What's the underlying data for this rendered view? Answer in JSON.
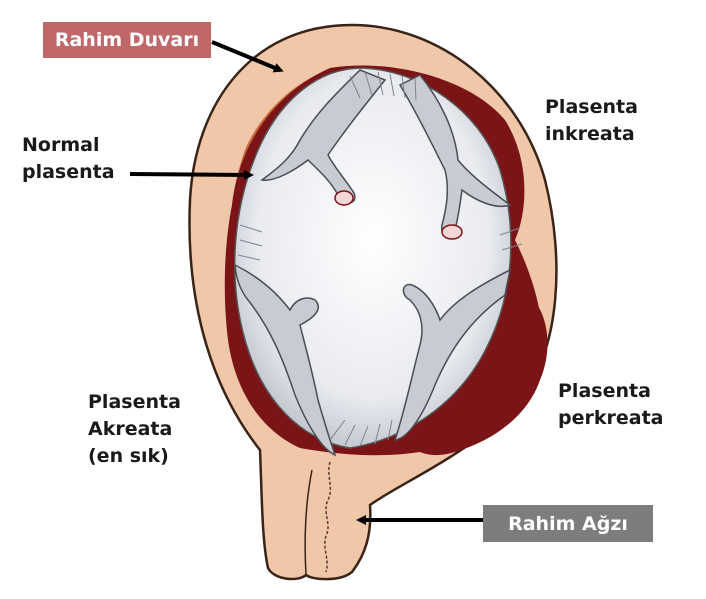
{
  "labels": {
    "rahim_duvari": "Rahim Duvarı",
    "normal_plasenta": [
      "Normal",
      "plasenta"
    ],
    "plasenta_inkreata": [
      "Plasenta",
      "inkreata"
    ],
    "plasenta_akreata": [
      "Plasenta",
      "Akreata",
      "(en sık)"
    ],
    "plasenta_perkreata": [
      "Plasenta",
      "perkreata"
    ],
    "rahim_agzi": "Rahim Ağzı"
  },
  "colors": {
    "uterus_wall": "#f0c7a8",
    "outline": "#3a2418",
    "placenta": "#7a1417",
    "placenta_thin": "#c9623a",
    "cavity": "#eef0f4",
    "rahim_duvari_box": "#c0676a",
    "rahim_agzi_box": "#7d7d7d",
    "arrow": "#000000"
  }
}
